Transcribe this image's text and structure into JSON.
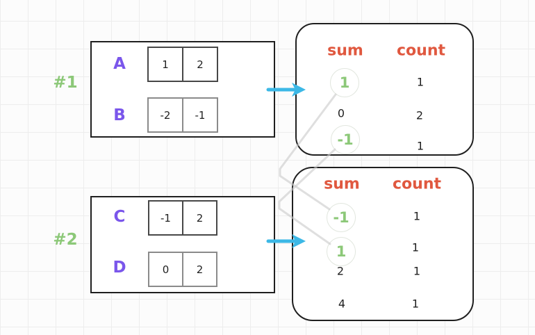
{
  "diagram": {
    "groups": [
      {
        "label": "#1",
        "arrays": [
          {
            "name": "A",
            "cells": [
              "1",
              "2"
            ]
          },
          {
            "name": "B",
            "cells": [
              "-2",
              "-1"
            ]
          }
        ]
      },
      {
        "label": "#2",
        "arrays": [
          {
            "name": "C",
            "cells": [
              "-1",
              "2"
            ]
          },
          {
            "name": "D",
            "cells": [
              "0",
              "2"
            ]
          }
        ]
      }
    ],
    "maps": [
      {
        "headers": {
          "sum": "sum",
          "count": "count"
        },
        "rows": [
          {
            "sum": "1",
            "count": "1",
            "highlighted": true
          },
          {
            "sum": "0",
            "count": "2",
            "highlighted": false
          },
          {
            "sum": "-1",
            "count": "1",
            "highlighted": true
          }
        ]
      },
      {
        "headers": {
          "sum": "sum",
          "count": "count"
        },
        "rows": [
          {
            "sum": "-1",
            "count": "1",
            "highlighted": true
          },
          {
            "sum": "1",
            "count": "1",
            "highlighted": true
          },
          {
            "sum": "2",
            "count": "1",
            "highlighted": false
          },
          {
            "sum": "4",
            "count": "1",
            "highlighted": false
          }
        ]
      }
    ],
    "icons": {
      "arrow_top": "right-arrow-icon",
      "arrow_bottom": "right-arrow-icon"
    },
    "colors": {
      "letter_purple": "#7a56eb",
      "group_label_green": "#8cc878",
      "highlight_green": "#8cc878",
      "header_orange": "#e0583f",
      "arrow_cyan": "#3cb8e6",
      "connector_gray": "#c9c9c9",
      "ink": "#1f1f1f"
    }
  }
}
